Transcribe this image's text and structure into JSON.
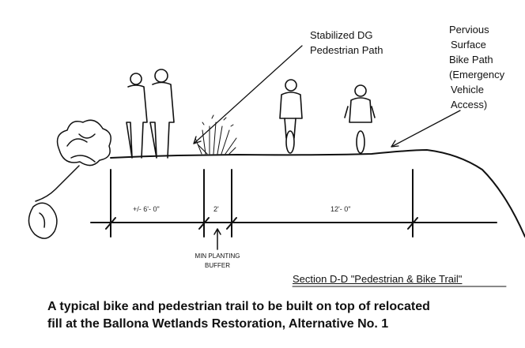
{
  "labels": {
    "dg_path": [
      "Stabilized DG",
      "Pedestrian Path"
    ],
    "bike_path": [
      "Pervious",
      "Surface",
      "Bike Path",
      "(Emergency",
      "Vehicle",
      "Access)"
    ]
  },
  "dimensions": {
    "left": "+/- 6'- 0\"",
    "middle": "2'",
    "right": "12'- 0\""
  },
  "buffer_note": [
    "MIN PLANTING",
    "BUFFER"
  ],
  "section_title": "Section D-D \"Pedestrian & Bike Trail\"",
  "caption": [
    "A typical bike and pedestrian trail to be built on top of relocated",
    "fill at the Ballona Wetlands Restoration, Alternative No. 1"
  ]
}
